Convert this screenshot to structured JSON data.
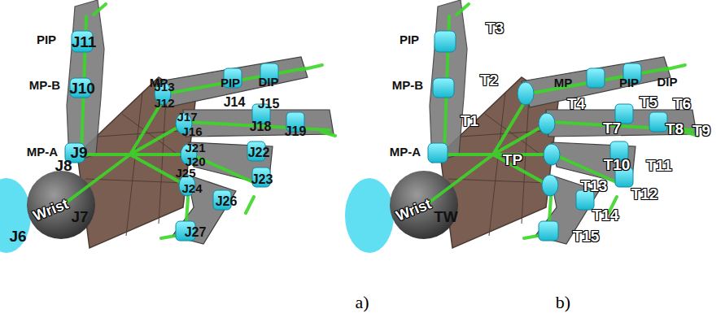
{
  "diagram": {
    "labels": [
      "PIP",
      "J11",
      "MP-B",
      "J10",
      "MP-A",
      "J9",
      "J8",
      "Wrist",
      "J7",
      "J6",
      "MP",
      "J13",
      "J12",
      "PIP",
      "DIP",
      "J14",
      "J15",
      "J17",
      "J16",
      "J18",
      "J19",
      "J21",
      "J20",
      "J22",
      "J25",
      "J24",
      "J23",
      "J26",
      "J27",
      "a)",
      "PIP",
      "T3",
      "MP-B",
      "T2",
      "T1",
      "MP-A",
      "TP",
      "Wrist",
      "TW",
      "MP",
      "PIP",
      "DIP",
      "T4",
      "T5",
      "T6",
      "T7",
      "T8",
      "T9",
      "T10",
      "T11",
      "T12",
      "T13",
      "T14",
      "T15",
      "b)"
    ]
  }
}
